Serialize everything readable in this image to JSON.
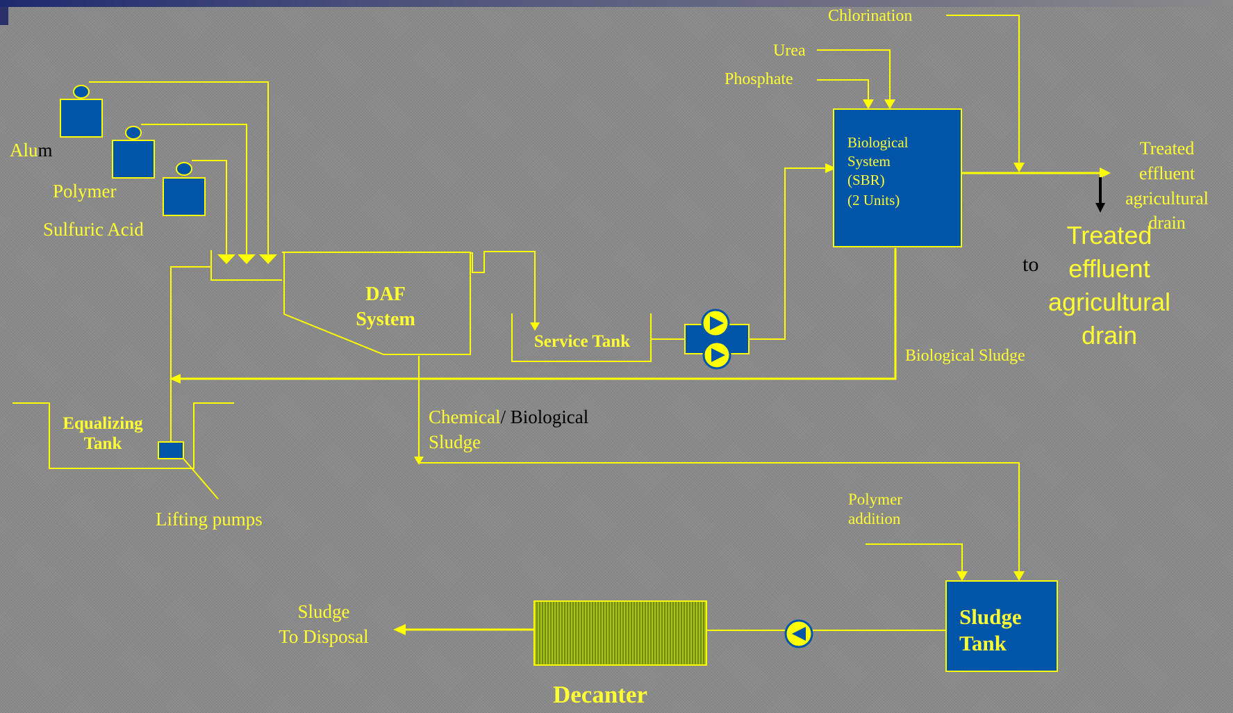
{
  "labels": {
    "chlorination": "Chlorination",
    "urea": "Urea",
    "phosphate": "Phosphate",
    "bio_line1": "Biological",
    "bio_line2": "System",
    "bio_line3": "(SBR)",
    "bio_line4": "(2 Units)",
    "treated_small_1": "Treated",
    "treated_small_2": "effluent",
    "treated_small_3": "agricultural",
    "treated_small_4": "drain",
    "to": "to",
    "treated_big_1": "Treated",
    "treated_big_2": "effluent",
    "treated_big_3": "agricultural",
    "treated_big_4": "drain",
    "alum_a": "Alu",
    "alum_b": "m",
    "polymer": "Polymer",
    "sulfuric_acid": "Sulfuric Acid",
    "daf_1": "DAF",
    "daf_2": "System",
    "service_tank": "Service Tank",
    "biological_sludge": "Biological Sludge",
    "equalizing_1": "Equalizing",
    "equalizing_2": "Tank",
    "chemical": "Chemical",
    "biological_slash": "/ Biological",
    "sludge": "Sludge",
    "lifting_pumps": "Lifting pumps",
    "polymer_addition_1": "Polymer",
    "polymer_addition_2": "addition",
    "sludge_disposal_1": "Sludge",
    "sludge_disposal_2": "To Disposal",
    "sludge_tank_1": "Sludge",
    "sludge_tank_2": "Tank",
    "decanter": "Decanter"
  },
  "colors": {
    "background": "#8a8a8a",
    "line": "#ffff00",
    "text": "#ffff33",
    "box_fill": "#0055a8",
    "decanter_fill": "#a8c020"
  },
  "icons": [
    "pump-icon",
    "chemical-dosing-tank-icon"
  ]
}
